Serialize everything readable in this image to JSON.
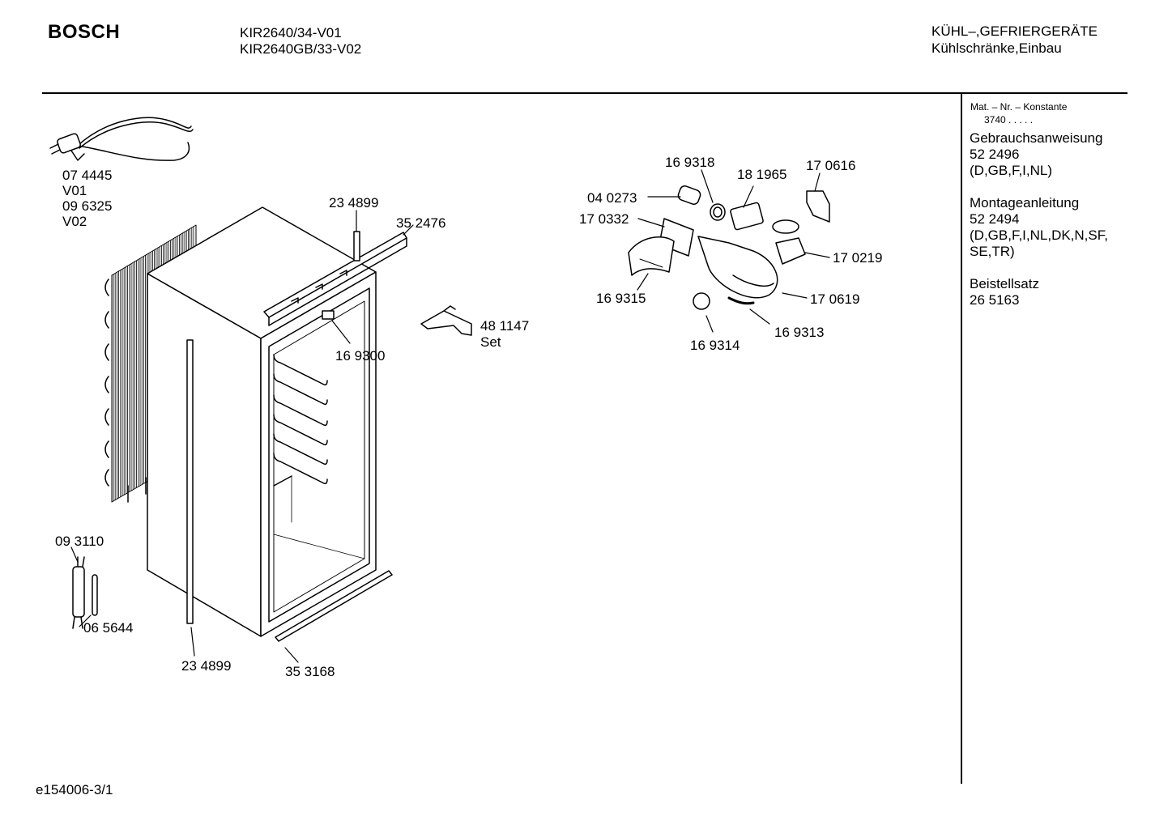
{
  "header": {
    "brand": "BOSCH",
    "model_1": "KIR2640/34-V01",
    "model_2": "KIR2640GB/33-V02",
    "category_1": "KÜHL–,GEFRIERGERÄTE",
    "category_2": "Kühlschränke,Einbau"
  },
  "sidebar": {
    "mat_label": "Mat. – Nr. – Konstante",
    "mat_value": "3740  .   .   .   .   .",
    "groups": [
      {
        "title": "Gebrauchsanweisung",
        "lines": [
          "52 2496",
          "(D,GB,F,I,NL)"
        ]
      },
      {
        "title": "Montageanleitung",
        "lines": [
          "52 2494",
          "(D,GB,F,I,NL,DK,N,SF,",
          "SE,TR)"
        ]
      },
      {
        "title": "Beistellsatz",
        "lines": [
          "26 5163"
        ]
      }
    ]
  },
  "parts": {
    "cord_1": "07 4445",
    "cord_1_var": "V01",
    "cord_2": "09 6325",
    "cord_2_var": "V02",
    "top_rail": "23 4899",
    "top_bracket": "35 2476",
    "hinge": "48 1147",
    "hinge_set": "Set",
    "clip": "16 9300",
    "sensor": "09 3110",
    "sensor_tube": "06 5644",
    "side_rail": "23 4899",
    "bottom_strip": "35 3168",
    "lamp_holder": "16 9318",
    "thermostat": "18 1965",
    "bracket_small": "17 0616",
    "bulb": "04 0273",
    "cover_label": "17 0332",
    "switch": "17 0219",
    "lamp_cover": "16 9315",
    "housing": "17 0619",
    "knob": "16 9314",
    "indicator": "16 9313"
  },
  "footer": {
    "code": "e154006-3/1"
  }
}
